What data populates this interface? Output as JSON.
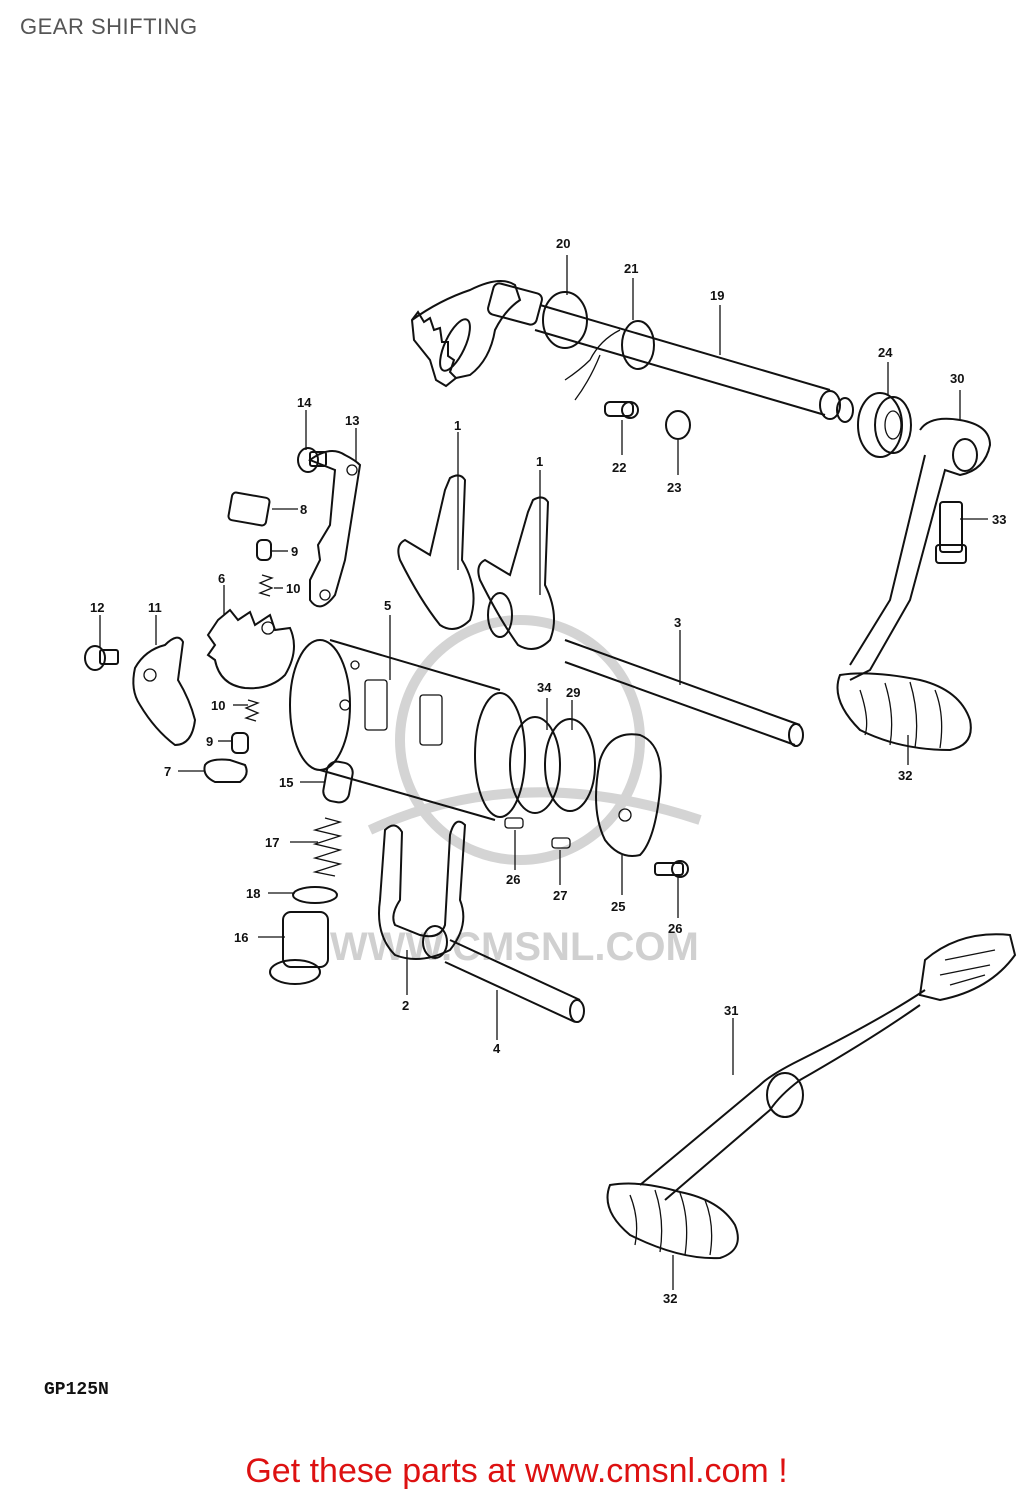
{
  "title": "GEAR SHIFTING",
  "model_code": "GP125N",
  "watermark": "WWW.CMSNL.COM",
  "footer": "Get these parts at www.cmsnl.com !",
  "colors": {
    "footer": "#dd1111",
    "title": "#555555",
    "lines": "#111111",
    "watermark": "#d0d0d0"
  },
  "callouts": {
    "c1a": "1",
    "c1b": "1",
    "c2": "2",
    "c3": "3",
    "c4": "4",
    "c5": "5",
    "c6": "6",
    "c7": "7",
    "c8": "8",
    "c9a": "9",
    "c9b": "9",
    "c10a": "10",
    "c10b": "10",
    "c11": "11",
    "c12": "12",
    "c13": "13",
    "c14": "14",
    "c15": "15",
    "c16": "16",
    "c17": "17",
    "c18": "18",
    "c19": "19",
    "c20": "20",
    "c21": "21",
    "c22": "22",
    "c23": "23",
    "c24": "24",
    "c25": "25",
    "c26a": "26",
    "c26b": "26",
    "c27": "27",
    "c29": "29",
    "c30": "30",
    "c31": "31",
    "c32a": "32",
    "c32b": "32",
    "c33": "33",
    "c34": "34"
  }
}
